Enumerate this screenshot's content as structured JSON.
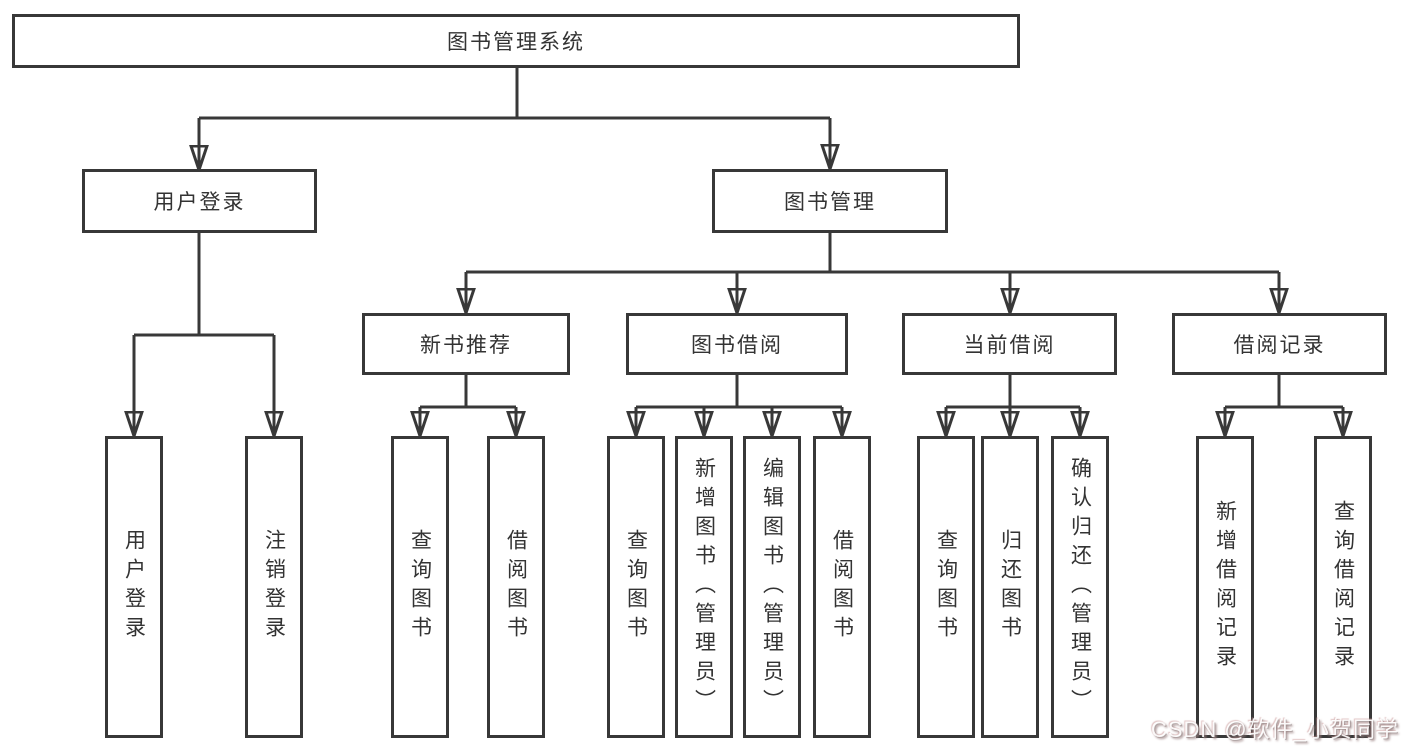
{
  "tree": {
    "root": {
      "label": "图书管理系统",
      "children": [
        {
          "label": "用户登录",
          "children": [
            {
              "label": "用户登录"
            },
            {
              "label": "注销登录"
            }
          ]
        },
        {
          "label": "图书管理",
          "children": [
            {
              "label": "新书推荐",
              "children": [
                {
                  "label": "查询图书"
                },
                {
                  "label": "借阅图书"
                }
              ]
            },
            {
              "label": "图书借阅",
              "children": [
                {
                  "label": "查询图书"
                },
                {
                  "label": "新增图书（管理员）"
                },
                {
                  "label": "编辑图书（管理员）"
                },
                {
                  "label": "借阅图书"
                }
              ]
            },
            {
              "label": "当前借阅",
              "children": [
                {
                  "label": "查询图书"
                },
                {
                  "label": "归还图书"
                },
                {
                  "label": "确认归还（管理员）"
                }
              ]
            },
            {
              "label": "借阅记录",
              "children": [
                {
                  "label": "新增借阅记录"
                },
                {
                  "label": "查询借阅记录"
                }
              ]
            }
          ]
        }
      ]
    }
  },
  "watermark": {
    "text": "CSDN @软件_小贺同学"
  },
  "colors": {
    "line": "#383838",
    "box_border": "#383838",
    "text": "#333333",
    "background": "#ffffff",
    "watermark": "#c9aaaa"
  }
}
